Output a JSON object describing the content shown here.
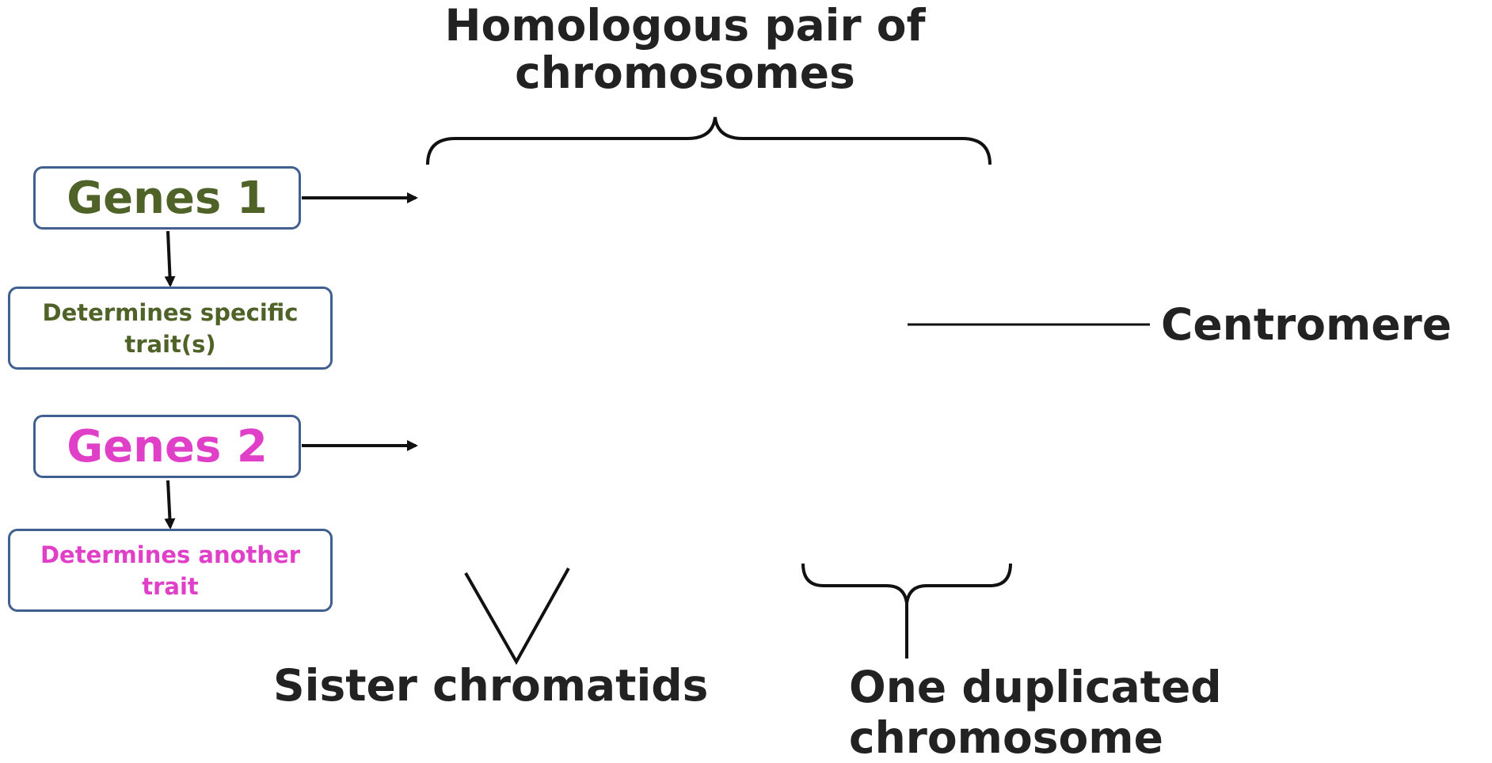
{
  "title": "Homologous pair of chromosomes",
  "genes": [
    {
      "label": "Genes 1",
      "description": "Determines specific trait(s)",
      "color": "#4f6228"
    },
    {
      "label": "Genes 2",
      "description": "Determines another trait",
      "color": "#e040c8"
    }
  ],
  "labels": {
    "centromere": "Centromere",
    "sister_chromatids": "Sister chromatids",
    "duplicated_chromosome": "One duplicated chromosome"
  },
  "colors": {
    "box_border": "#41608f",
    "band_dark_green": "#1e6b3c",
    "band_green": "#4caf6a",
    "band_light_blue": "#a8dcf2",
    "band_orange": "#e8732a",
    "band_magenta": "#d6316e",
    "band_dark": "#184a2e",
    "band_yellow_orange": "#f6a324"
  }
}
